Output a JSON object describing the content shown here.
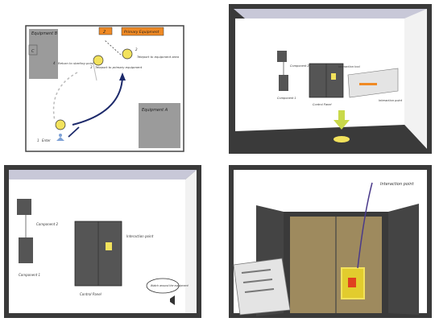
{
  "panel1": {
    "equipment_b": "Equipment B",
    "equipment_a": "Equipment A",
    "marker_c": "C",
    "badge_2": "2",
    "primary_equipment": "Primary Equipment",
    "step_4": "Return to starting point",
    "step_3": "Teleport to primary equipment",
    "step_2": "Teleport to equipment area",
    "step_1": "Enter",
    "num_4": "4",
    "num_3": "3",
    "num_2": "2",
    "num_1": "1"
  },
  "panel2": {
    "component2": "Component 2",
    "component1": "Component 1",
    "control_panel": "Control Panel",
    "interaction_tool": "Interaction tool",
    "interaction_point": "Interaction point"
  },
  "panel3": {
    "component2": "Component 2",
    "component1": "Component 1",
    "control_panel": "Control Panel",
    "interaction_point": "Interaction point",
    "audio_bubble": "Watch around the equipment"
  },
  "panel4": {
    "interaction_point": "Interaction point"
  },
  "colors": {
    "orange": "#f08a24",
    "yellow": "#f2e25c",
    "navy": "#1d2a6b",
    "gray": "#9b9b9b",
    "dark": "#3a3a3a"
  }
}
